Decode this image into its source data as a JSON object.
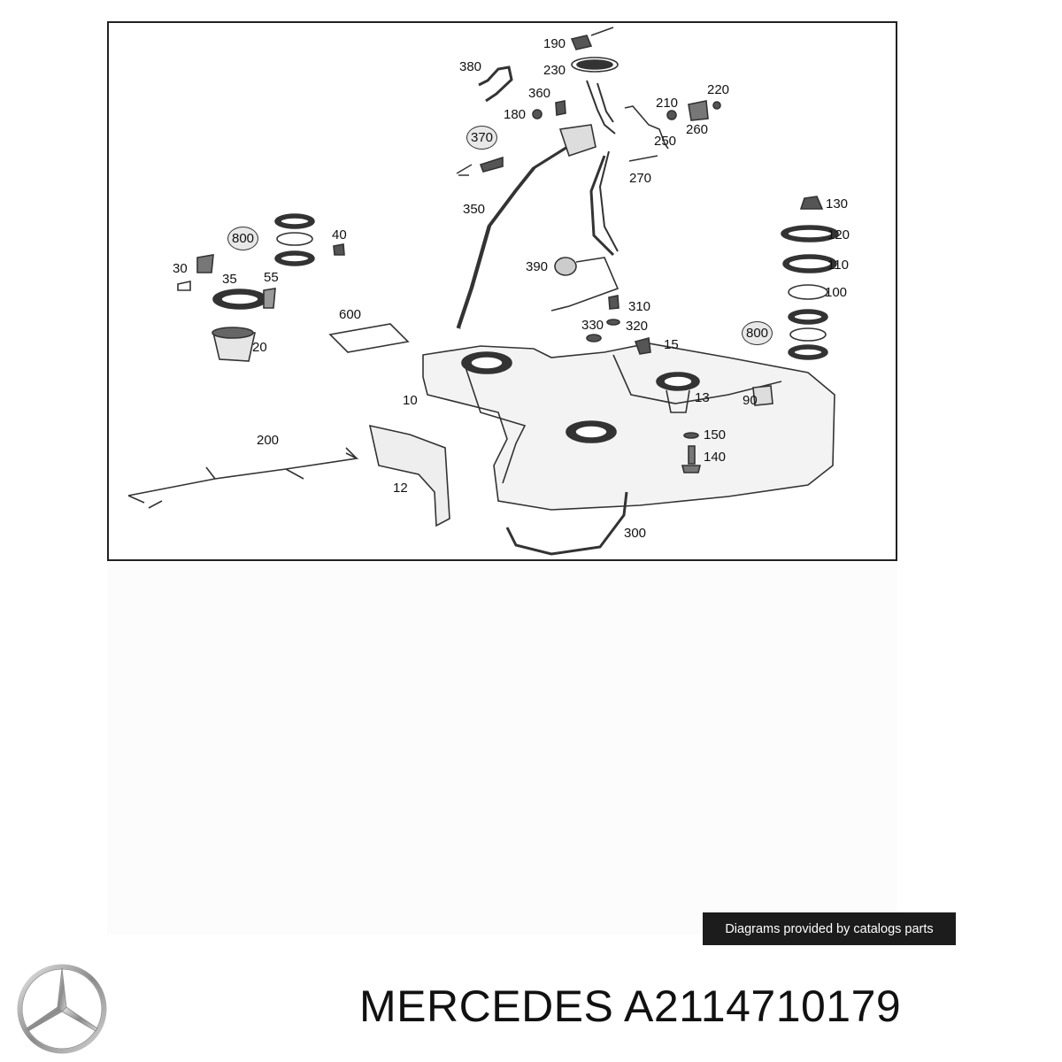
{
  "diagram": {
    "part_labels": [
      {
        "id": "p190",
        "text": "190"
      },
      {
        "id": "p230",
        "text": "230"
      },
      {
        "id": "p380",
        "text": "380"
      },
      {
        "id": "p360",
        "text": "360"
      },
      {
        "id": "p180",
        "text": "180"
      },
      {
        "id": "p210",
        "text": "210"
      },
      {
        "id": "p220",
        "text": "220"
      },
      {
        "id": "p260",
        "text": "260"
      },
      {
        "id": "p250",
        "text": "250"
      },
      {
        "id": "p370",
        "text": "370"
      },
      {
        "id": "p270",
        "text": "270"
      },
      {
        "id": "p350",
        "text": "350"
      },
      {
        "id": "p130",
        "text": "130"
      },
      {
        "id": "p120",
        "text": "120"
      },
      {
        "id": "p110",
        "text": "110"
      },
      {
        "id": "p100",
        "text": "100"
      },
      {
        "id": "p800a",
        "text": "800"
      },
      {
        "id": "p800b",
        "text": "800"
      },
      {
        "id": "p40",
        "text": "40"
      },
      {
        "id": "p30",
        "text": "30"
      },
      {
        "id": "p35",
        "text": "35"
      },
      {
        "id": "p55",
        "text": "55"
      },
      {
        "id": "p20",
        "text": "20"
      },
      {
        "id": "p600",
        "text": "600"
      },
      {
        "id": "p390",
        "text": "390"
      },
      {
        "id": "p310",
        "text": "310"
      },
      {
        "id": "p330",
        "text": "330"
      },
      {
        "id": "p320",
        "text": "320"
      },
      {
        "id": "p15",
        "text": "15"
      },
      {
        "id": "p13",
        "text": "13"
      },
      {
        "id": "p90",
        "text": "90"
      },
      {
        "id": "p10",
        "text": "10"
      },
      {
        "id": "p150",
        "text": "150"
      },
      {
        "id": "p140",
        "text": "140"
      },
      {
        "id": "p200",
        "text": "200"
      },
      {
        "id": "p12",
        "text": "12"
      },
      {
        "id": "p300",
        "text": "300"
      }
    ]
  },
  "footer": {
    "credit": "Diagrams provided by catalogs parts",
    "brand": "MERCEDES",
    "part_number": "A2114710179",
    "logo_icon": "mercedes-star-icon"
  },
  "colors": {
    "line": "#333333",
    "banner": "#1c1c1c"
  }
}
